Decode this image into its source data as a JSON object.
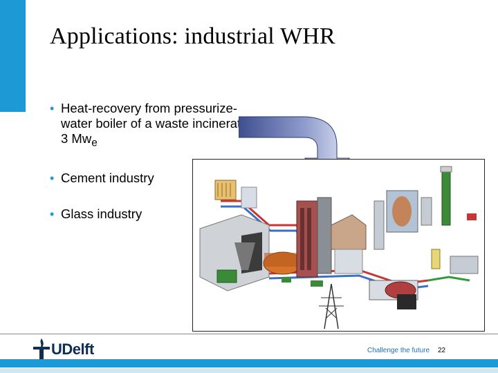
{
  "slide": {
    "title": "Applications: industrial WHR",
    "bullets": [
      {
        "text": "Heat-recovery from pressurize-water boiler of a waste incinerator, 3 Mw",
        "subscript": "e"
      },
      {
        "text": "Cement industry"
      },
      {
        "text": "Glass industry"
      }
    ]
  },
  "footer": {
    "logo_text": "UDelft",
    "tagline": "Challenge the future",
    "page_number": "22"
  },
  "colors": {
    "accent": "#1d9ad6",
    "arrow": "#5a6aa8",
    "logo": "#0f2e52"
  },
  "icons": [
    "tu-delft-flame-logo",
    "block-arrow-down-icon",
    "waste-incinerator-plant-illustration"
  ]
}
